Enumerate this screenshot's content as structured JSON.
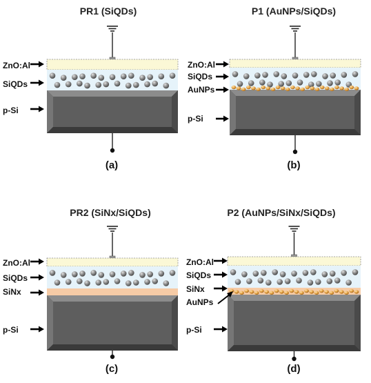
{
  "panels": [
    {
      "id": "a",
      "title": "PR1 (SiQDs)",
      "caption": "(a)",
      "labels": [
        "ZnO:Al",
        "SiQDs",
        "p-Si"
      ],
      "has_sinx": false,
      "has_aunps": false
    },
    {
      "id": "b",
      "title": "P1 (AuNPs/SiQDs)",
      "caption": "(b)",
      "labels": [
        "ZnO:Al",
        "SiQDs",
        "AuNPs",
        "p-Si"
      ],
      "has_sinx": false,
      "has_aunps": true
    },
    {
      "id": "c",
      "title": "PR2 (SiNx/SiQDs)",
      "caption": "(c)",
      "labels": [
        "ZnO:Al",
        "SiQDs",
        "SiNx",
        "p-Si"
      ],
      "has_sinx": true,
      "has_aunps": false
    },
    {
      "id": "d",
      "title": "P2 (AuNPs/SiNx/SiQDs)",
      "caption": "(d)",
      "labels": [
        "ZnO:Al",
        "SiQDs",
        "SiNx",
        "AuNPs",
        "p-Si"
      ],
      "has_sinx": true,
      "has_aunps": true
    }
  ],
  "colors": {
    "zno_layer": "#fbf8d6",
    "siqd_layer": "#e6f3fa",
    "sinx_layer": "#f6cba6",
    "substrate": "#5e5e5e",
    "substrate_edge": "#3c3c3c",
    "quantum_dot": "#8a8a8a",
    "gold_np": "#e6a64a"
  }
}
